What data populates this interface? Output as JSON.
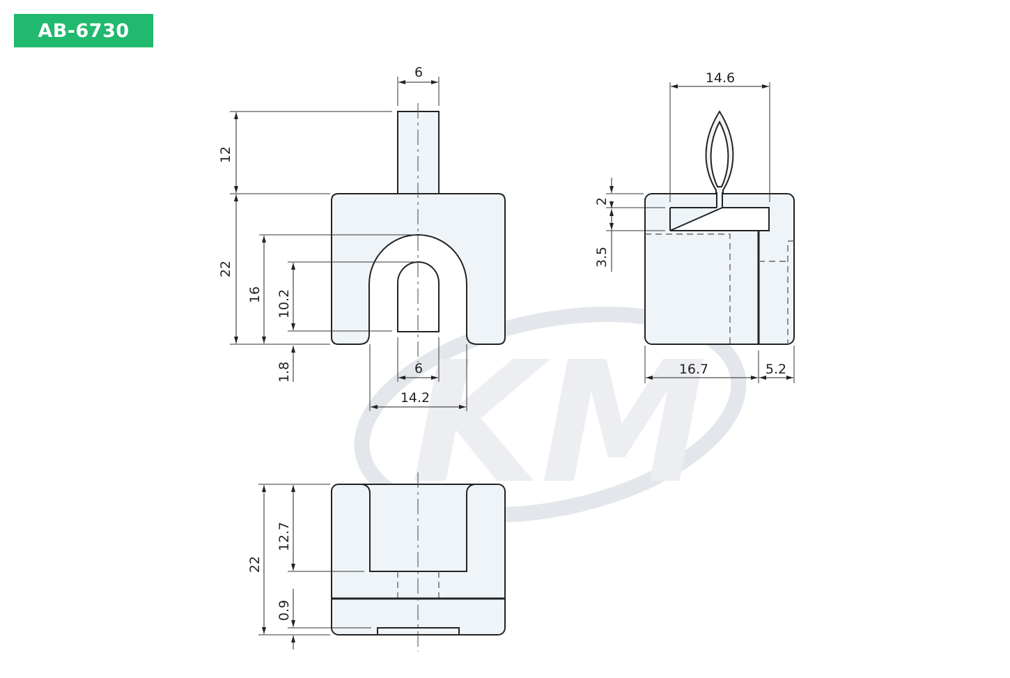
{
  "header": {
    "part_number": "AB-6730",
    "badge_color": "#20b96d"
  },
  "watermark": {
    "text": "KM"
  },
  "front_view": {
    "dimensions": {
      "stem_width": "6",
      "stem_height": "12",
      "body_height": "22",
      "arch_height": "16",
      "slot_height": "10.2",
      "bottom_offset": "1.8",
      "slot_width": "6",
      "arch_width": "14.2"
    }
  },
  "side_view": {
    "dimensions": {
      "clip_width": "14.6",
      "top_thickness": "2",
      "slot_depth": "3.5",
      "main_length": "16.7",
      "flange_length": "5.2"
    }
  },
  "bottom_view": {
    "dimensions": {
      "body_height": "22",
      "channel_depth": "12.7",
      "recess_depth": "0.9"
    }
  },
  "colors": {
    "part_fill": "#eff4f8",
    "line": "#222222",
    "watermark": "#e3e7eb"
  }
}
